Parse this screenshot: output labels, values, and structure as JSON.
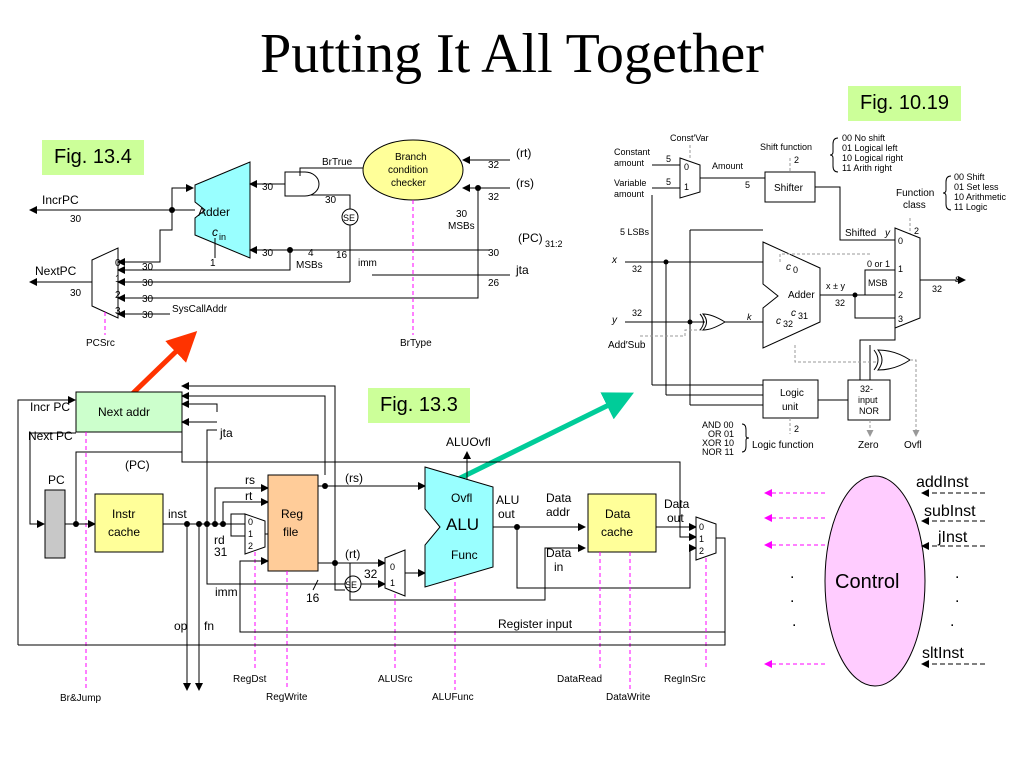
{
  "title": "Putting It All Together",
  "tags": {
    "fig134": "Fig. 13.4",
    "fig1019": "Fig. 10.19",
    "fig133": "Fig. 13.3"
  },
  "top_left": {
    "incr_pc": "IncrPC",
    "next_pc": "NextPC",
    "adder": "Adder",
    "cin": "c",
    "cin_sub": "in",
    "one": "1",
    "brtrue": "BrTrue",
    "branch_line1": "Branch",
    "branch_line2": "condition",
    "branch_line3": "checker",
    "rt": "(rt)",
    "rs": "(rs)",
    "pc": "(PC)",
    "pc_sub": "31:2",
    "jta": "jta",
    "se": "SE",
    "imm": "imm",
    "msbs4a": "4",
    "msbs4b": "MSBs",
    "msbs30a": "30",
    "msbs30b": "MSBs",
    "syscall": "SysCallAddr",
    "pcsrc": "PCSrc",
    "brtype": "BrType",
    "w30": "30",
    "w32": "32",
    "w16": "16",
    "w26": "26",
    "m0": "0",
    "m1": "1",
    "m2": "2",
    "m3": "3"
  },
  "bottom": {
    "incr_pc": "Incr PC",
    "next_pc": "Next PC",
    "next_addr": "Next addr",
    "jta": "jta",
    "pc_paren": "(PC)",
    "pc": "PC",
    "instr1": "Instr",
    "instr2": "cache",
    "inst": "inst",
    "rs": "rs",
    "rt": "rt",
    "rd": "rd",
    "n31": "31",
    "reg1": "Reg",
    "reg2": "file",
    "rs_paren": "(rs)",
    "rt_paren": "(rt)",
    "se": "SE",
    "n32": "32",
    "n16": "16",
    "imm": "imm",
    "aluovfl": "ALUOvfl",
    "ovfl": "Ovfl",
    "alu": "ALU",
    "func": "Func",
    "alu_out1": "ALU",
    "alu_out2": "out",
    "data_addr1": "Data",
    "data_addr2": "addr",
    "data_in1": "Data",
    "data_in2": "in",
    "dcache1": "Data",
    "dcache2": "cache",
    "data_out1": "Data",
    "data_out2": "out",
    "reg_input": "Register input",
    "op": "op",
    "fn": "fn",
    "m0": "0",
    "m1": "1",
    "m2": "2",
    "signals": [
      "Br&Jump",
      "RegDst",
      "RegWrite",
      "ALUSrc",
      "ALUFunc",
      "DataRead",
      "DataWrite",
      "RegInSrc"
    ]
  },
  "alu_detail": {
    "constvar": "Const′Var",
    "constant1": "Constant",
    "constant2": "amount",
    "variable1": "Variable",
    "variable2": "amount",
    "amount": "Amount",
    "shift_fn": "Shift function",
    "shifter": "Shifter",
    "shift_codes": [
      "00  No shift",
      "01  Logical left",
      "10  Logical right",
      "11  Arith right"
    ],
    "fclass1": "Function",
    "fclass2": "class",
    "class_codes": [
      "00  Shift",
      "01  Set less",
      "10  Arithmetic",
      "11  Logic"
    ],
    "lsbs": "5 LSBs",
    "x": "x",
    "y": "y",
    "shifted": "Shifted",
    "adder": "Adder",
    "c0": "c",
    "c0_sub": "0",
    "c31": "c",
    "c31_sub": "31",
    "c32": "c",
    "c32_sub": "32",
    "k": "k",
    "xy": "x ± y",
    "zero_or_one": "0 or 1",
    "msb": "MSB",
    "s": "s",
    "addsub": "Add′Sub",
    "logic1": "Logic",
    "logic2": "unit",
    "nor1": "32-",
    "nor2": "input",
    "nor3": "NOR",
    "logic_codes": [
      "AND  00",
      "OR  01",
      "XOR  10",
      "NOR  11"
    ],
    "logic_fn": "Logic function",
    "zero": "Zero",
    "ovfl": "Ovfl",
    "w5": "5",
    "w32": "32",
    "w2": "2",
    "m0": "0",
    "m1": "1",
    "m2": "2",
    "m3": "3"
  },
  "control": {
    "label": "Control",
    "inputs": [
      "addInst",
      "subInst",
      "jInst",
      "sltInst"
    ],
    "dot": "."
  },
  "colors": {
    "green_tag": "#ccff99",
    "next_addr": "#ccffcc",
    "instr_cache": "#ffff99",
    "reg_file": "#ffcc99",
    "alu": "#99ffff",
    "branch": "#ffff99",
    "control": "#ffccff",
    "magenta": "#ff00ff",
    "arrow_red": "#ff3300",
    "arrow_green": "#00cc99"
  }
}
